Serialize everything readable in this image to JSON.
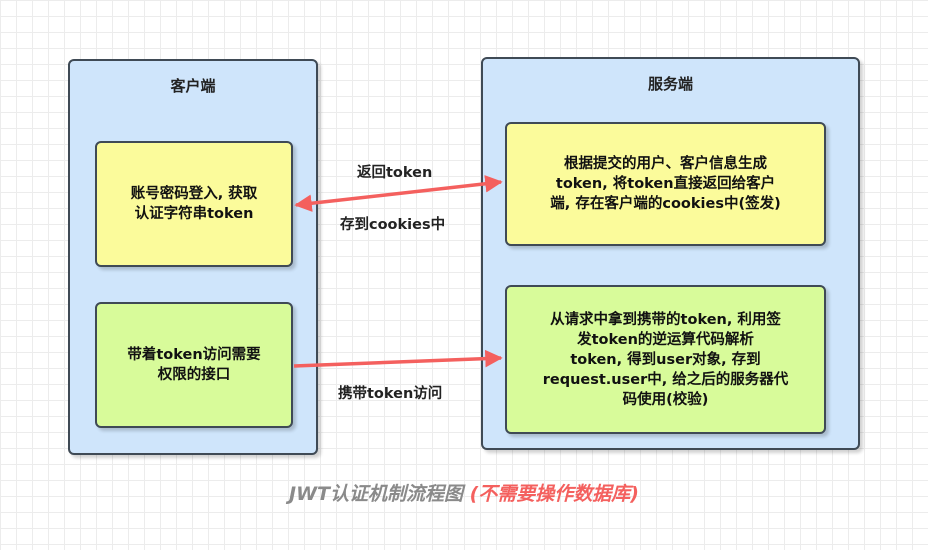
{
  "client": {
    "title": "客户端",
    "login_box": {
      "lines": [
        "账号密码登入, 获取",
        "认证字符串token"
      ]
    },
    "access_box": {
      "lines": [
        "带着token访问需要",
        "权限的接口"
      ]
    }
  },
  "server": {
    "title": "服务端",
    "issue_box": {
      "lines": [
        "根据提交的用户、客户信息生成",
        "token, 将token直接返回给客户",
        "端, 存在客户端的cookies中(签发)"
      ]
    },
    "verify_box": {
      "lines": [
        "从请求中拿到携带的token, 利用签",
        "发token的逆运算代码解析",
        "token, 得到user对象, 存到",
        "request.user中, 给之后的服务器代",
        "码使用(校验)"
      ]
    }
  },
  "edges": {
    "return_token": {
      "label_top": "返回token",
      "label_bottom": "存到cookies中"
    },
    "carry_token": {
      "label": "携带token访问"
    }
  },
  "caption": {
    "main": "JWT认证机制流程图 ",
    "sub": "(不需要操作数据库)"
  },
  "colors": {
    "panel": "#cfe5fb",
    "yellow_box": "#fbfb9b",
    "green_box": "#d8fb9a",
    "arrow": "#f4605e",
    "border": "#3f4a55"
  }
}
